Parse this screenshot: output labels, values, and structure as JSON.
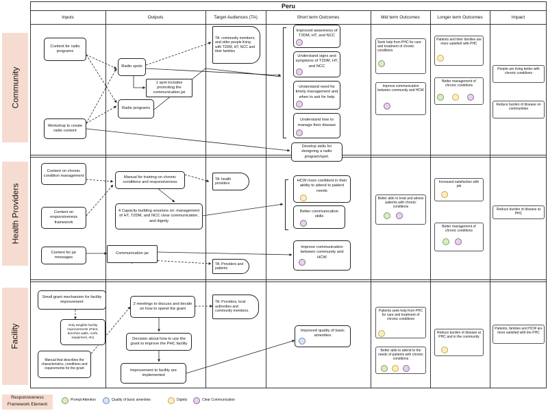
{
  "title": "Peru",
  "columns": [
    "Inputs",
    "Outputs",
    "Target Audiences (TA)",
    "Short term Outcomes",
    "Mid term Outcomes",
    "Longer term Outcomes",
    "Impact"
  ],
  "rows": [
    "Community",
    "Health Providers",
    "Facility"
  ],
  "community": {
    "inputs": [
      "Content for radio programs",
      "Workshop to create radio content"
    ],
    "outputs": [
      "Radio spots",
      "1 spot includes promoting the communication jar",
      "Radio programs"
    ],
    "ta": "TA: community members, and older people living with T2DM, HT, NCC and their families",
    "short": [
      "Improved awareness of T2DM, HT, and NCC",
      "Understand signs and symptoms of T2DM, HT, and NCC",
      "Understand need for timely management and when to ask for help",
      "Understand how to manage their disease",
      "Develop skills for designing a radio program/spot."
    ],
    "mid": [
      "Seek help from PHC for care and treatment of chronic conditions",
      "Improve communication between community and HCW"
    ],
    "longer": [
      "Patients and their families are more satisfied with PHC",
      "Better management of chronic conditions"
    ],
    "impact": [
      "People are living better with chronic conditions",
      "Reduce burden of disease on communities"
    ]
  },
  "health": {
    "inputs": [
      "Content on chronic condition management",
      "Content on responsiveness framework",
      "Content for jar messages"
    ],
    "outputs": [
      "Manual for training on chronic conditions and responsiveness",
      "4 Capacity building sessions on: management of HT, T2DM, and NCC clear communication, and dignity",
      "Communication jar"
    ],
    "ta": [
      "TA: health providers",
      "TA: Providers and patients"
    ],
    "short": [
      "HCW more confident in their ability to attend to patient needs",
      "Better communication skills",
      "Improve communication between community and HCW"
    ],
    "mid": [
      "Better able to treat and advise patients with chronic conditions"
    ],
    "longer": [
      "Increased satisfaction with job",
      "Better management of chronic conditions"
    ],
    "impact": [
      "Reduce burden of disease at PHC"
    ]
  },
  "facility": {
    "inputs": [
      "Small grant mechanism for facility improvement",
      "Only tangible facility improvements (Paint, benches walls, roofs, equipment, etc)",
      "Manual that describes the characteristics, conditions and requirements for the grant"
    ],
    "outputs": [
      "2 meetings to discuss and decide on how to spend the grant",
      "Decision about how to use the grant to improve the PHC facility",
      "Improvement to facility are implemented"
    ],
    "ta": "TA: Providers, local authorities and community members.",
    "short": [
      "Improved quality of basic amenities"
    ],
    "mid": [
      "Patients seek help from PHC for care and treatment of chronic conditions",
      "Better able to attend to the needs of patients with chronic conditions"
    ],
    "longer": [
      "Reduce burden of disease at PHC and in the community"
    ],
    "impact": [
      "Patients, families and HCW are more satisfied with the PHC"
    ]
  },
  "legend": {
    "label": "Responsiveness Framework Element",
    "items": [
      "Prompt Attention",
      "Quality of basic amenities",
      "Dignity",
      "Clear Communication"
    ]
  },
  "colors": {
    "band": "#f6dcd0",
    "green": "#dbeac8",
    "blue": "#d6e4f4",
    "yellow": "#fbeec0",
    "purple": "#e5d3ea"
  }
}
